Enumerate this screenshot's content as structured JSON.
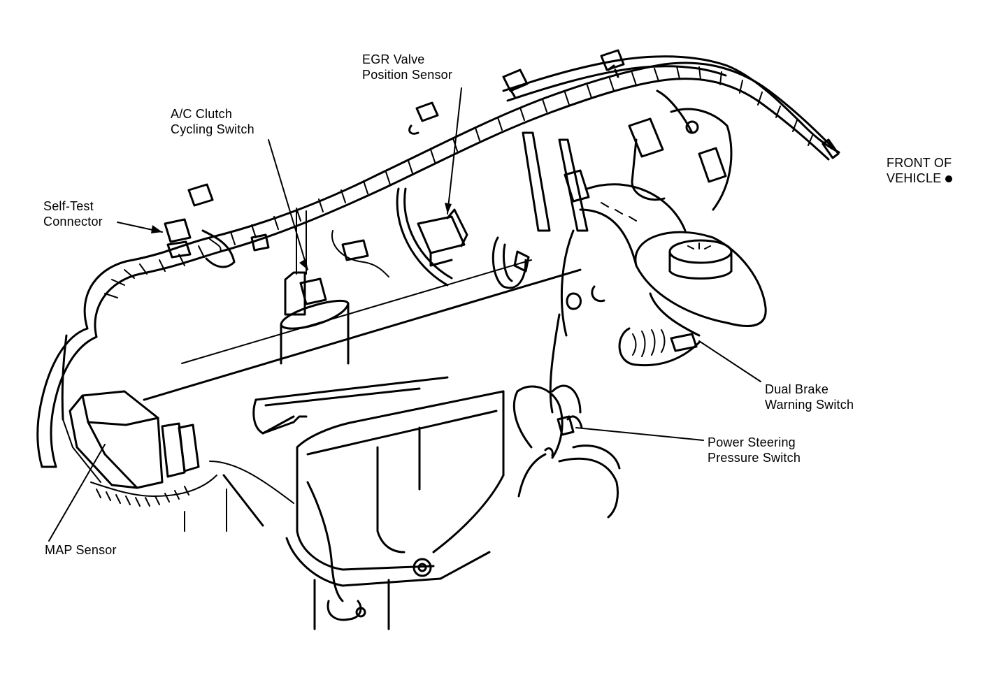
{
  "labels": {
    "egr_valve_position_sensor": [
      "EGR Valve",
      "Position Sensor"
    ],
    "ac_clutch_cycling_switch": [
      "A/C Clutch",
      "Cycling Switch"
    ],
    "self_test_connector": [
      "Self-Test",
      "Connector"
    ],
    "front_of_vehicle": [
      "FRONT OF",
      "VEHICLE"
    ],
    "dual_brake_warning_switch": [
      "Dual Brake",
      "Warning Switch"
    ],
    "power_steering_pressure_switch": [
      "Power Steering",
      "Pressure Switch"
    ],
    "map_sensor": [
      "MAP Sensor"
    ]
  },
  "colors": {
    "ink": "#000000",
    "paper": "#ffffff"
  }
}
